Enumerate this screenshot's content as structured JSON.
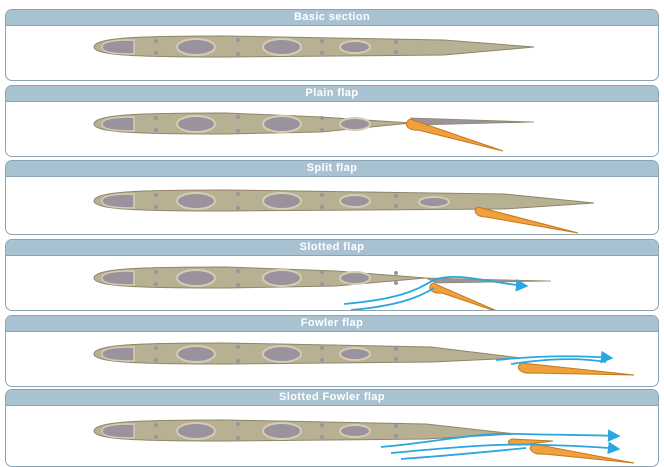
{
  "panels": [
    {
      "title": "Basic section",
      "flap": "none"
    },
    {
      "title": "Plain flap",
      "flap": "plain"
    },
    {
      "title": "Split flap",
      "flap": "split"
    },
    {
      "title": "Slotted flap",
      "flap": "slotted"
    },
    {
      "title": "Fowler flap",
      "flap": "fowler"
    },
    {
      "title": "Slotted Fowler flap",
      "flap": "slotted-fowler"
    }
  ],
  "colors": {
    "header": "#a9c2d2",
    "border": "#8aa3b5",
    "wing": "#b8b093",
    "wing_outline": "#8e8668",
    "hole": "#9a939e",
    "hole_rim": "#d4ccb4",
    "flap": "#f0a03c",
    "flap_outline": "#c47a1c",
    "airflow": "#2aa7e0"
  }
}
